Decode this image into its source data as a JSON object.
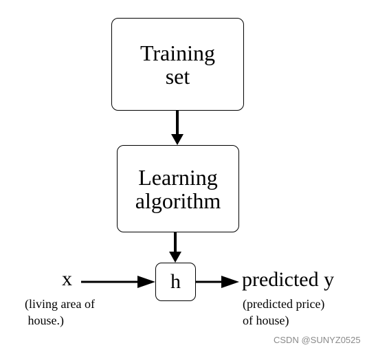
{
  "nodes": {
    "training_set": {
      "line1": "Training",
      "line2": "set"
    },
    "learning_algorithm": {
      "line1": "Learning",
      "line2": "algorithm"
    },
    "hypothesis": {
      "label": "h"
    }
  },
  "input": {
    "symbol": "x",
    "desc_line1": "(living area of",
    "desc_line2": " house.)"
  },
  "output": {
    "symbol": "predicted y",
    "desc_line1": "(predicted price)",
    "desc_line2": "of house)"
  },
  "watermark": "CSDN @SUNYZ0525"
}
